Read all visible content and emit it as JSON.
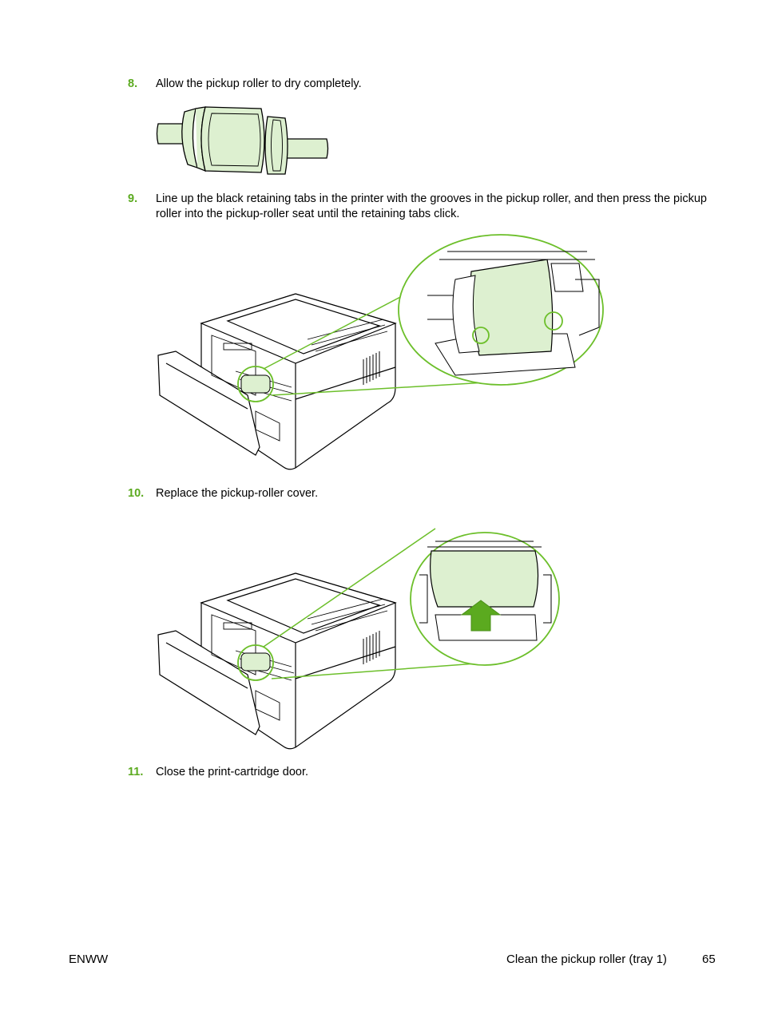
{
  "colors": {
    "accent_green": "#5BAA1F",
    "fill_light_green": "#DDF0D0",
    "line_green": "#6CBF2A"
  },
  "steps": [
    {
      "number": "8.",
      "text": "Allow the pickup roller to dry completely."
    },
    {
      "number": "9.",
      "text": "Line up the black retaining tabs in the printer with the grooves in the pickup roller, and then press the pickup roller into the pickup-roller seat until the retaining tabs click."
    },
    {
      "number": "10.",
      "text": "Replace the pickup-roller cover."
    },
    {
      "number": "11.",
      "text": "Close the print-cartridge door."
    }
  ],
  "footer": {
    "left": "ENWW",
    "section": "Clean the pickup roller (tray 1)",
    "page_number": "65"
  }
}
